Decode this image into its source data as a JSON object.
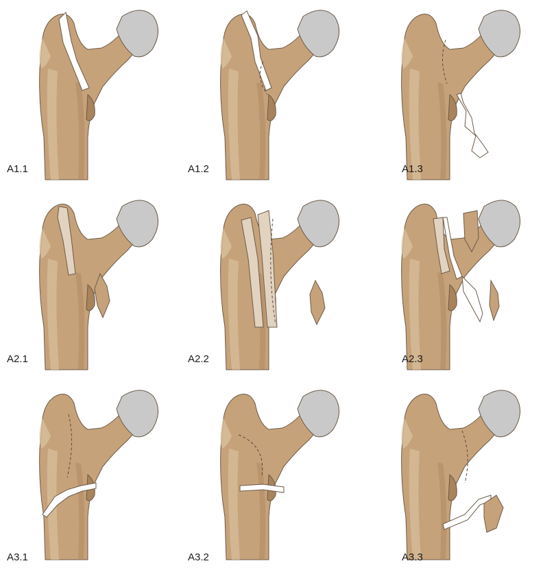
{
  "figure": {
    "panels": [
      {
        "label": "A1.1"
      },
      {
        "label": "A1.2"
      },
      {
        "label": "A1.3"
      },
      {
        "label": "A2.1"
      },
      {
        "label": "A2.2"
      },
      {
        "label": "A2.3"
      },
      {
        "label": "A3.1"
      },
      {
        "label": "A3.2"
      },
      {
        "label": "A3.3"
      }
    ]
  },
  "colors": {
    "bone": "#c6a27a",
    "bone_shade": "#a9835b",
    "bone_light": "#dcc4a3",
    "head": "#c9c9c9",
    "outline": "#6b5a48",
    "fracture_gap": "#ffffff",
    "fragment_pale": "#e2d3c0"
  }
}
